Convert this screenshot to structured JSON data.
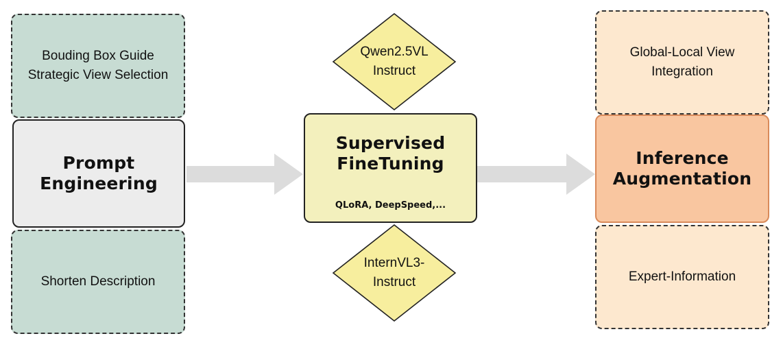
{
  "left": {
    "top_box": [
      "Bouding Box Guide",
      "Strategic View Selection"
    ],
    "main_box": [
      "Prompt",
      "Engineering"
    ],
    "bottom_box": [
      "Shorten Description"
    ]
  },
  "center": {
    "top_diamond": [
      "Qwen2.5VL",
      "Instruct"
    ],
    "main_box": [
      "Supervised",
      "FineTuning"
    ],
    "main_sub": "QLoRA, DeepSpeed,...",
    "bottom_diamond": [
      "InternVL3-",
      "Instruct"
    ]
  },
  "right": {
    "top_box": [
      "Global-Local View",
      "Integration"
    ],
    "main_box": [
      "Inference",
      "Augmentation"
    ],
    "bottom_box": [
      "Expert-Information"
    ]
  },
  "colors": {
    "teal": "#c7dcd3",
    "light_gray": "#ececec",
    "yellow_box": "#f3f0bd",
    "yellow_diamond": "#f7ee9e",
    "peach_light": "#fde8cf",
    "peach_main": "#f9c6a0",
    "peach_border": "#d98a5a",
    "arrow_gray": "#dcdcdc"
  }
}
